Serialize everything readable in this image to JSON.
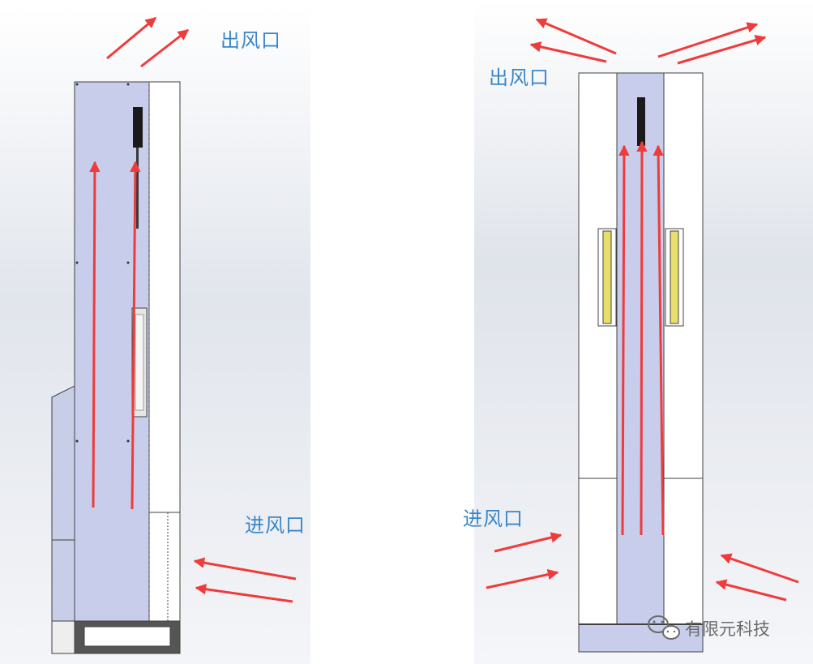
{
  "labels": {
    "left_outlet": "出风口",
    "left_inlet": "进风口",
    "right_outlet": "出风口",
    "right_inlet": "进风口"
  },
  "watermark": {
    "text": "有限元科技",
    "icon": "wechat-icon"
  },
  "colors": {
    "label_blue": "#3a86c8",
    "arrow_red": "#ef3b3b",
    "duct_lavender": "#c8cdec",
    "panel_white": "#ffffff",
    "outline_dark": "#404040",
    "filter_yellow": "#e8df6a"
  }
}
